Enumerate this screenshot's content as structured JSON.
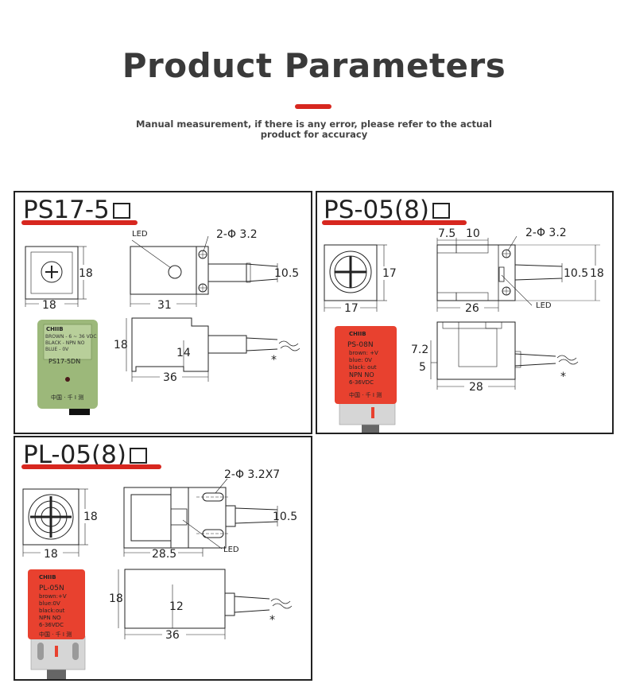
{
  "header": {
    "title": "Product Parameters",
    "note_line1": "Manual measurement, if there is any error, please refer to the actual",
    "note_line2": "product for accuracy",
    "accent": "#d7271f"
  },
  "panels": {
    "ps17": {
      "title": "PS17-5",
      "dims": {
        "front_h": "18",
        "front_w": "18",
        "led": "LED",
        "hole": "2-Φ 3.2",
        "cable": "10.5",
        "len": "31",
        "side_h": "18",
        "side_inner": "14",
        "side_len": "36",
        "star": "*"
      },
      "sensor": {
        "brand": "CHIIB",
        "line1": "BROWN - 6 ~ 36 VDC",
        "line2": "BLACK - NPN NO",
        "line3": "BLUE - 0V",
        "model": "PS17-5DN",
        "maker": "中国 · 千 I 测"
      },
      "sensor_color": "#9cb87a"
    },
    "ps05": {
      "title": "PS-05(8)",
      "dims": {
        "top_a": "7.5",
        "top_b": "10",
        "hole": "2-Φ 3.2",
        "front_h": "17",
        "front_w": "17",
        "cable": "10.5",
        "height": "18",
        "len": "26",
        "led": "LED",
        "side_a": "7.2",
        "side_b": "5",
        "side_len": "28",
        "star": "*"
      },
      "sensor": {
        "brand": "CHIIB",
        "model": "PS-08N",
        "line1": "brown: +V",
        "line2": "blue: 0V",
        "line3": "black: out",
        "line4": "NPN NO",
        "line5": "6-36VDC",
        "maker": "中国 · 千 I 测"
      },
      "sensor_color": "#e8412f"
    },
    "pl05": {
      "title": "PL-05(8)",
      "dims": {
        "hole": "2-Φ 3.2X7",
        "front_h": "18",
        "front_w": "18",
        "cable": "10.5",
        "len": "28.5",
        "led": "LED",
        "side_h": "18",
        "side_inner": "12",
        "side_len": "36",
        "star": "*"
      },
      "sensor": {
        "brand": "CHIIB",
        "model": "PL-05N",
        "line1": "brown:+V",
        "line2": "blue:0V",
        "line3": "black:out",
        "line4": "NPN NO",
        "line5": "6-36VDC",
        "maker": "中国 · 千 I 测"
      },
      "sensor_color": "#e8412f"
    }
  }
}
